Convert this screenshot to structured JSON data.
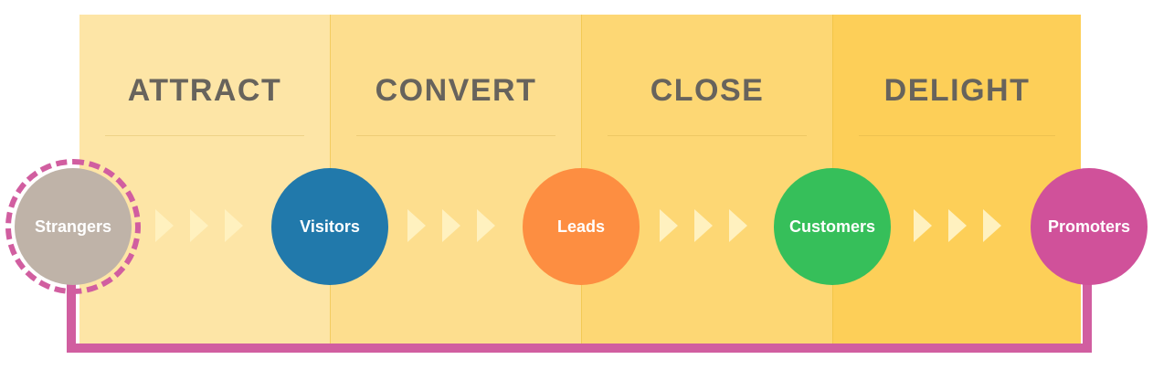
{
  "stages": [
    {
      "label": "ATTRACT",
      "bg": "#fde5a6"
    },
    {
      "label": "CONVERT",
      "bg": "#fdde8e"
    },
    {
      "label": "CLOSE",
      "bg": "#fdd774"
    },
    {
      "label": "DELIGHT",
      "bg": "#fdcf58"
    }
  ],
  "nodes": [
    {
      "label": "Strangers",
      "color": "#bfb3a8",
      "ring": true
    },
    {
      "label": "Visitors",
      "color": "#2179ab"
    },
    {
      "label": "Leads",
      "color": "#fd8e41"
    },
    {
      "label": "Customers",
      "color": "#36bf5a"
    },
    {
      "label": "Promoters",
      "color": "#d0519a"
    }
  ],
  "colors": {
    "loop": "#d15ea0",
    "chevron": "#fff1bf",
    "title_text": "#67635c"
  }
}
